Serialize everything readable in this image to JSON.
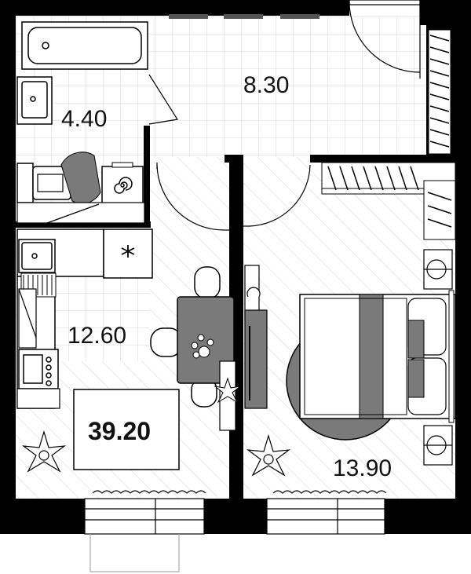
{
  "plan": {
    "total_area": "39.20",
    "rooms": [
      {
        "id": "bathroom",
        "area": "4.40"
      },
      {
        "id": "hallway",
        "area": "8.30"
      },
      {
        "id": "kitchen",
        "area": "12.60"
      },
      {
        "id": "bedroom",
        "area": "13.90"
      }
    ]
  },
  "colors": {
    "wall": "#000000",
    "furniture_fill": "#7a7a7a",
    "tile_line": "#d9d9d9",
    "hatch_line": "#dddddd",
    "background": "#ffffff"
  },
  "icons": [
    "plant-icon",
    "spiral-icon",
    "asterisk-icon"
  ]
}
